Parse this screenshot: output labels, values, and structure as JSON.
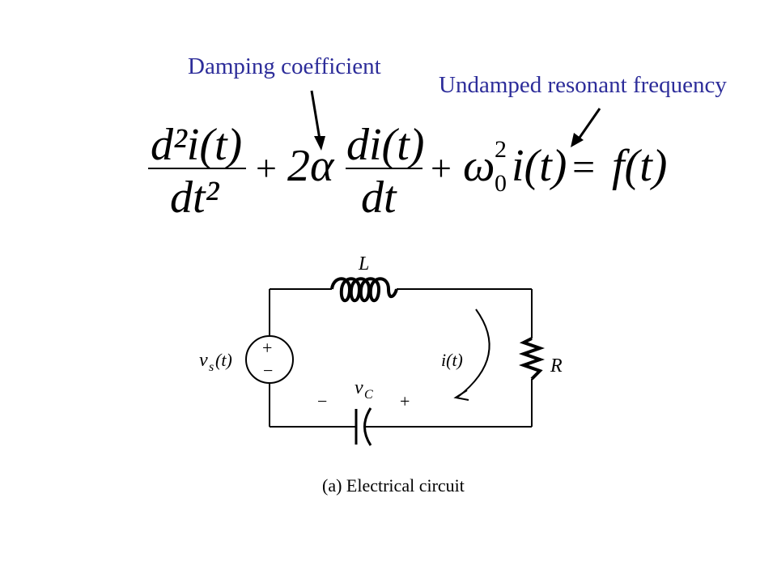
{
  "annotations": {
    "damping": "Damping coefficient",
    "resonant": "Undamped resonant frequency"
  },
  "equation": {
    "term1_num": "d²i(t)",
    "term1_den": "dt²",
    "plus1": "+",
    "coef": "2α",
    "term2_num": "di(t)",
    "term2_den": "dt",
    "plus2": "+",
    "omega": "ω",
    "omega_sup": "2",
    "omega_sub": "0",
    "it": "i(t)",
    "equals": "=",
    "rhs": "f(t)"
  },
  "circuit": {
    "inductor_label": "L",
    "resistor_label": "R",
    "source_label_v": "v",
    "source_label_sub": "s",
    "source_label_arg": "(t)",
    "source_plus": "+",
    "source_minus": "−",
    "current_label": "i(t)",
    "cap_label_v": "v",
    "cap_label_sub": "C",
    "cap_minus": "−",
    "cap_plus": "+",
    "caption": "(a) Electrical circuit"
  },
  "colors": {
    "annotation": "#2d2d9a",
    "ink": "#000000"
  }
}
